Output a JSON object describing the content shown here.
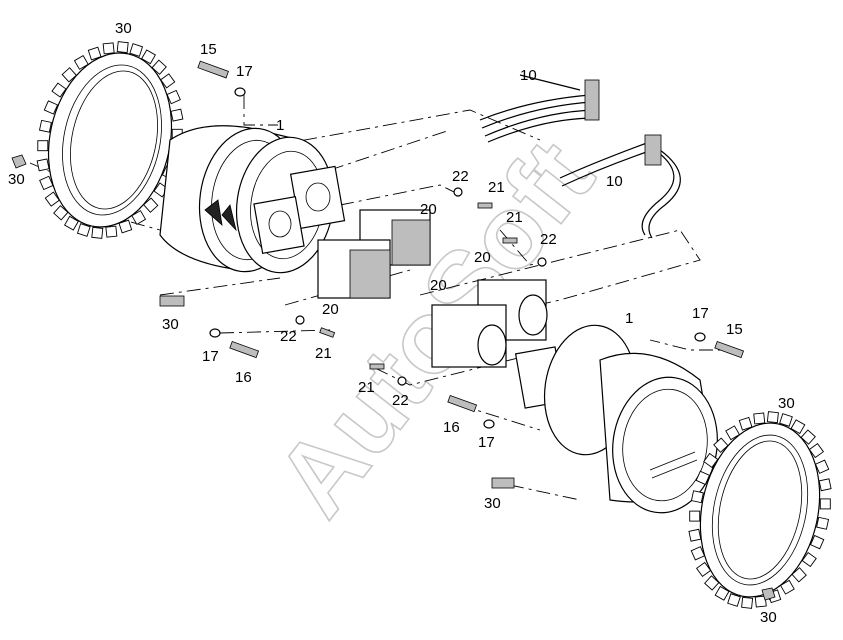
{
  "watermark": "AutoSoft",
  "top_mark": "",
  "labels": {
    "l30a": "30",
    "l15a": "15",
    "l17a": "17",
    "l1a": "1",
    "l30b": "30",
    "l10a": "10",
    "l10b": "10",
    "l22a": "22",
    "l21a": "21",
    "l20a": "20",
    "l21b": "21",
    "l22b": "22",
    "l20b": "20",
    "l20c": "20",
    "l20d": "20",
    "l30c": "30",
    "l22c": "22",
    "l21c": "21",
    "l17b": "17",
    "l16a": "16",
    "l21d": "21",
    "l22d": "22",
    "l1b": "1",
    "l17c": "17",
    "l15b": "15",
    "l16b": "16",
    "l17d": "17",
    "l30d": "30",
    "l30e": "30",
    "l30f": "30"
  }
}
